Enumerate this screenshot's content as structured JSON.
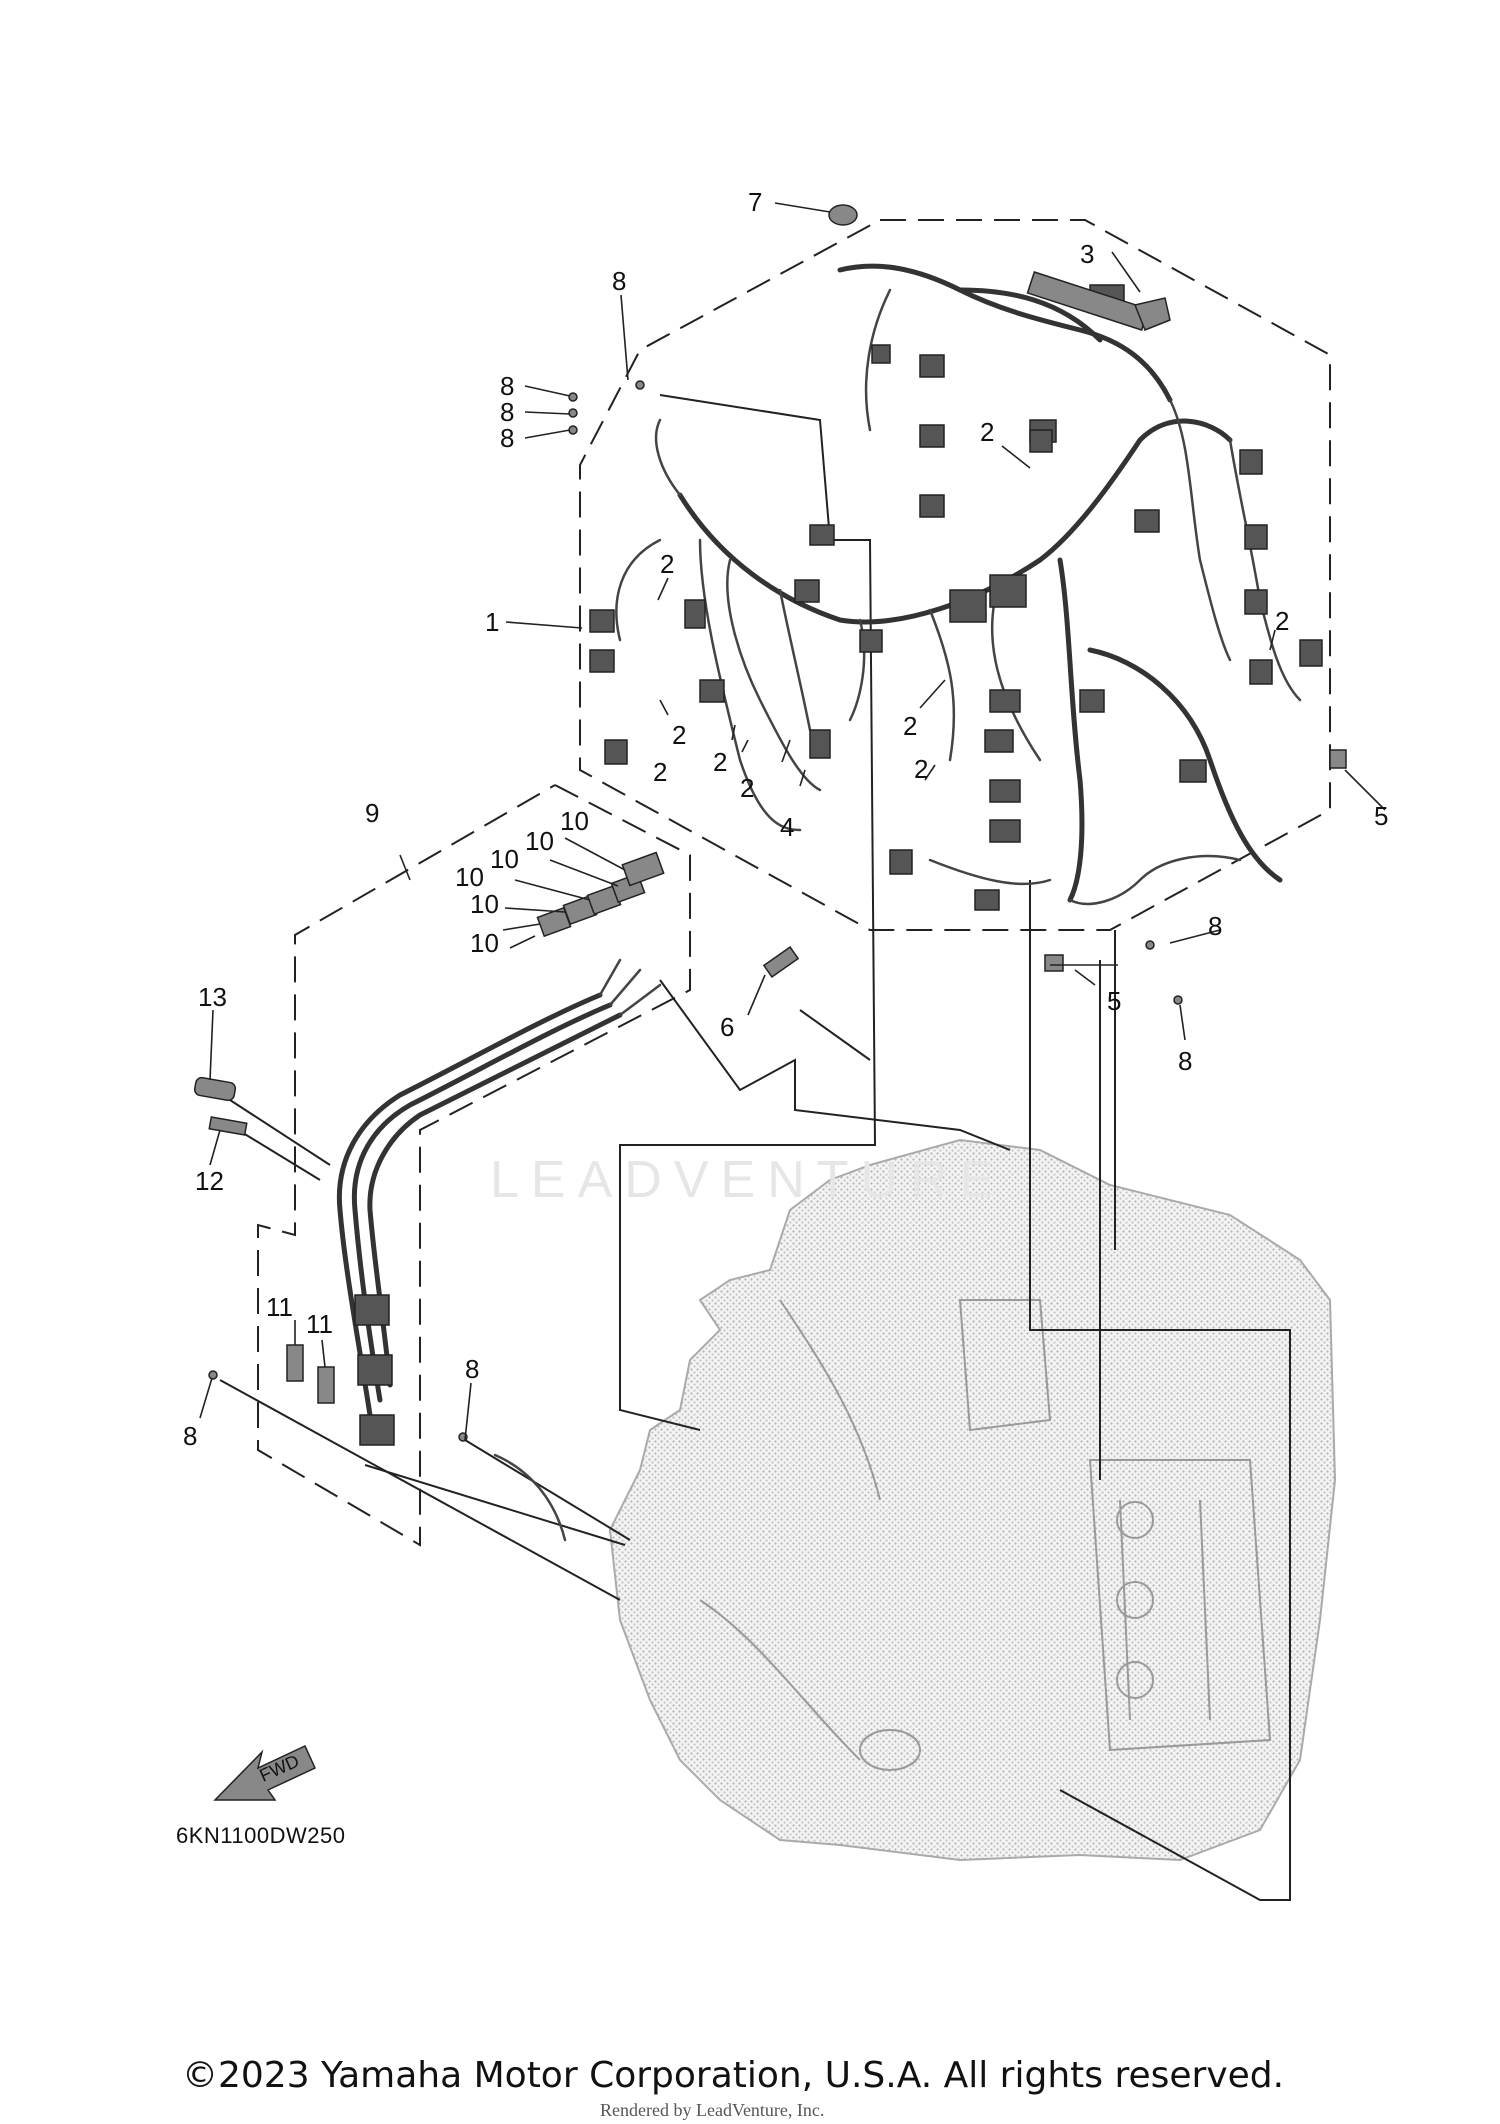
{
  "diagram": {
    "code": "6KN1100DW250",
    "fwd_label": "FWD",
    "callouts": {
      "c1": "1",
      "c2": "2",
      "c3": "3",
      "c4": "4",
      "c5": "5",
      "c6": "6",
      "c7": "7",
      "c8": "8",
      "c9": "9",
      "c10": "10",
      "c11": "11",
      "c12": "12",
      "c13": "13"
    }
  },
  "watermark": "LEADVENTURE",
  "footer": {
    "copyright": "©2023 Yamaha Motor Corporation, U.S.A. All rights reserved.",
    "rendered_by": "Rendered by LeadVenture, Inc."
  }
}
